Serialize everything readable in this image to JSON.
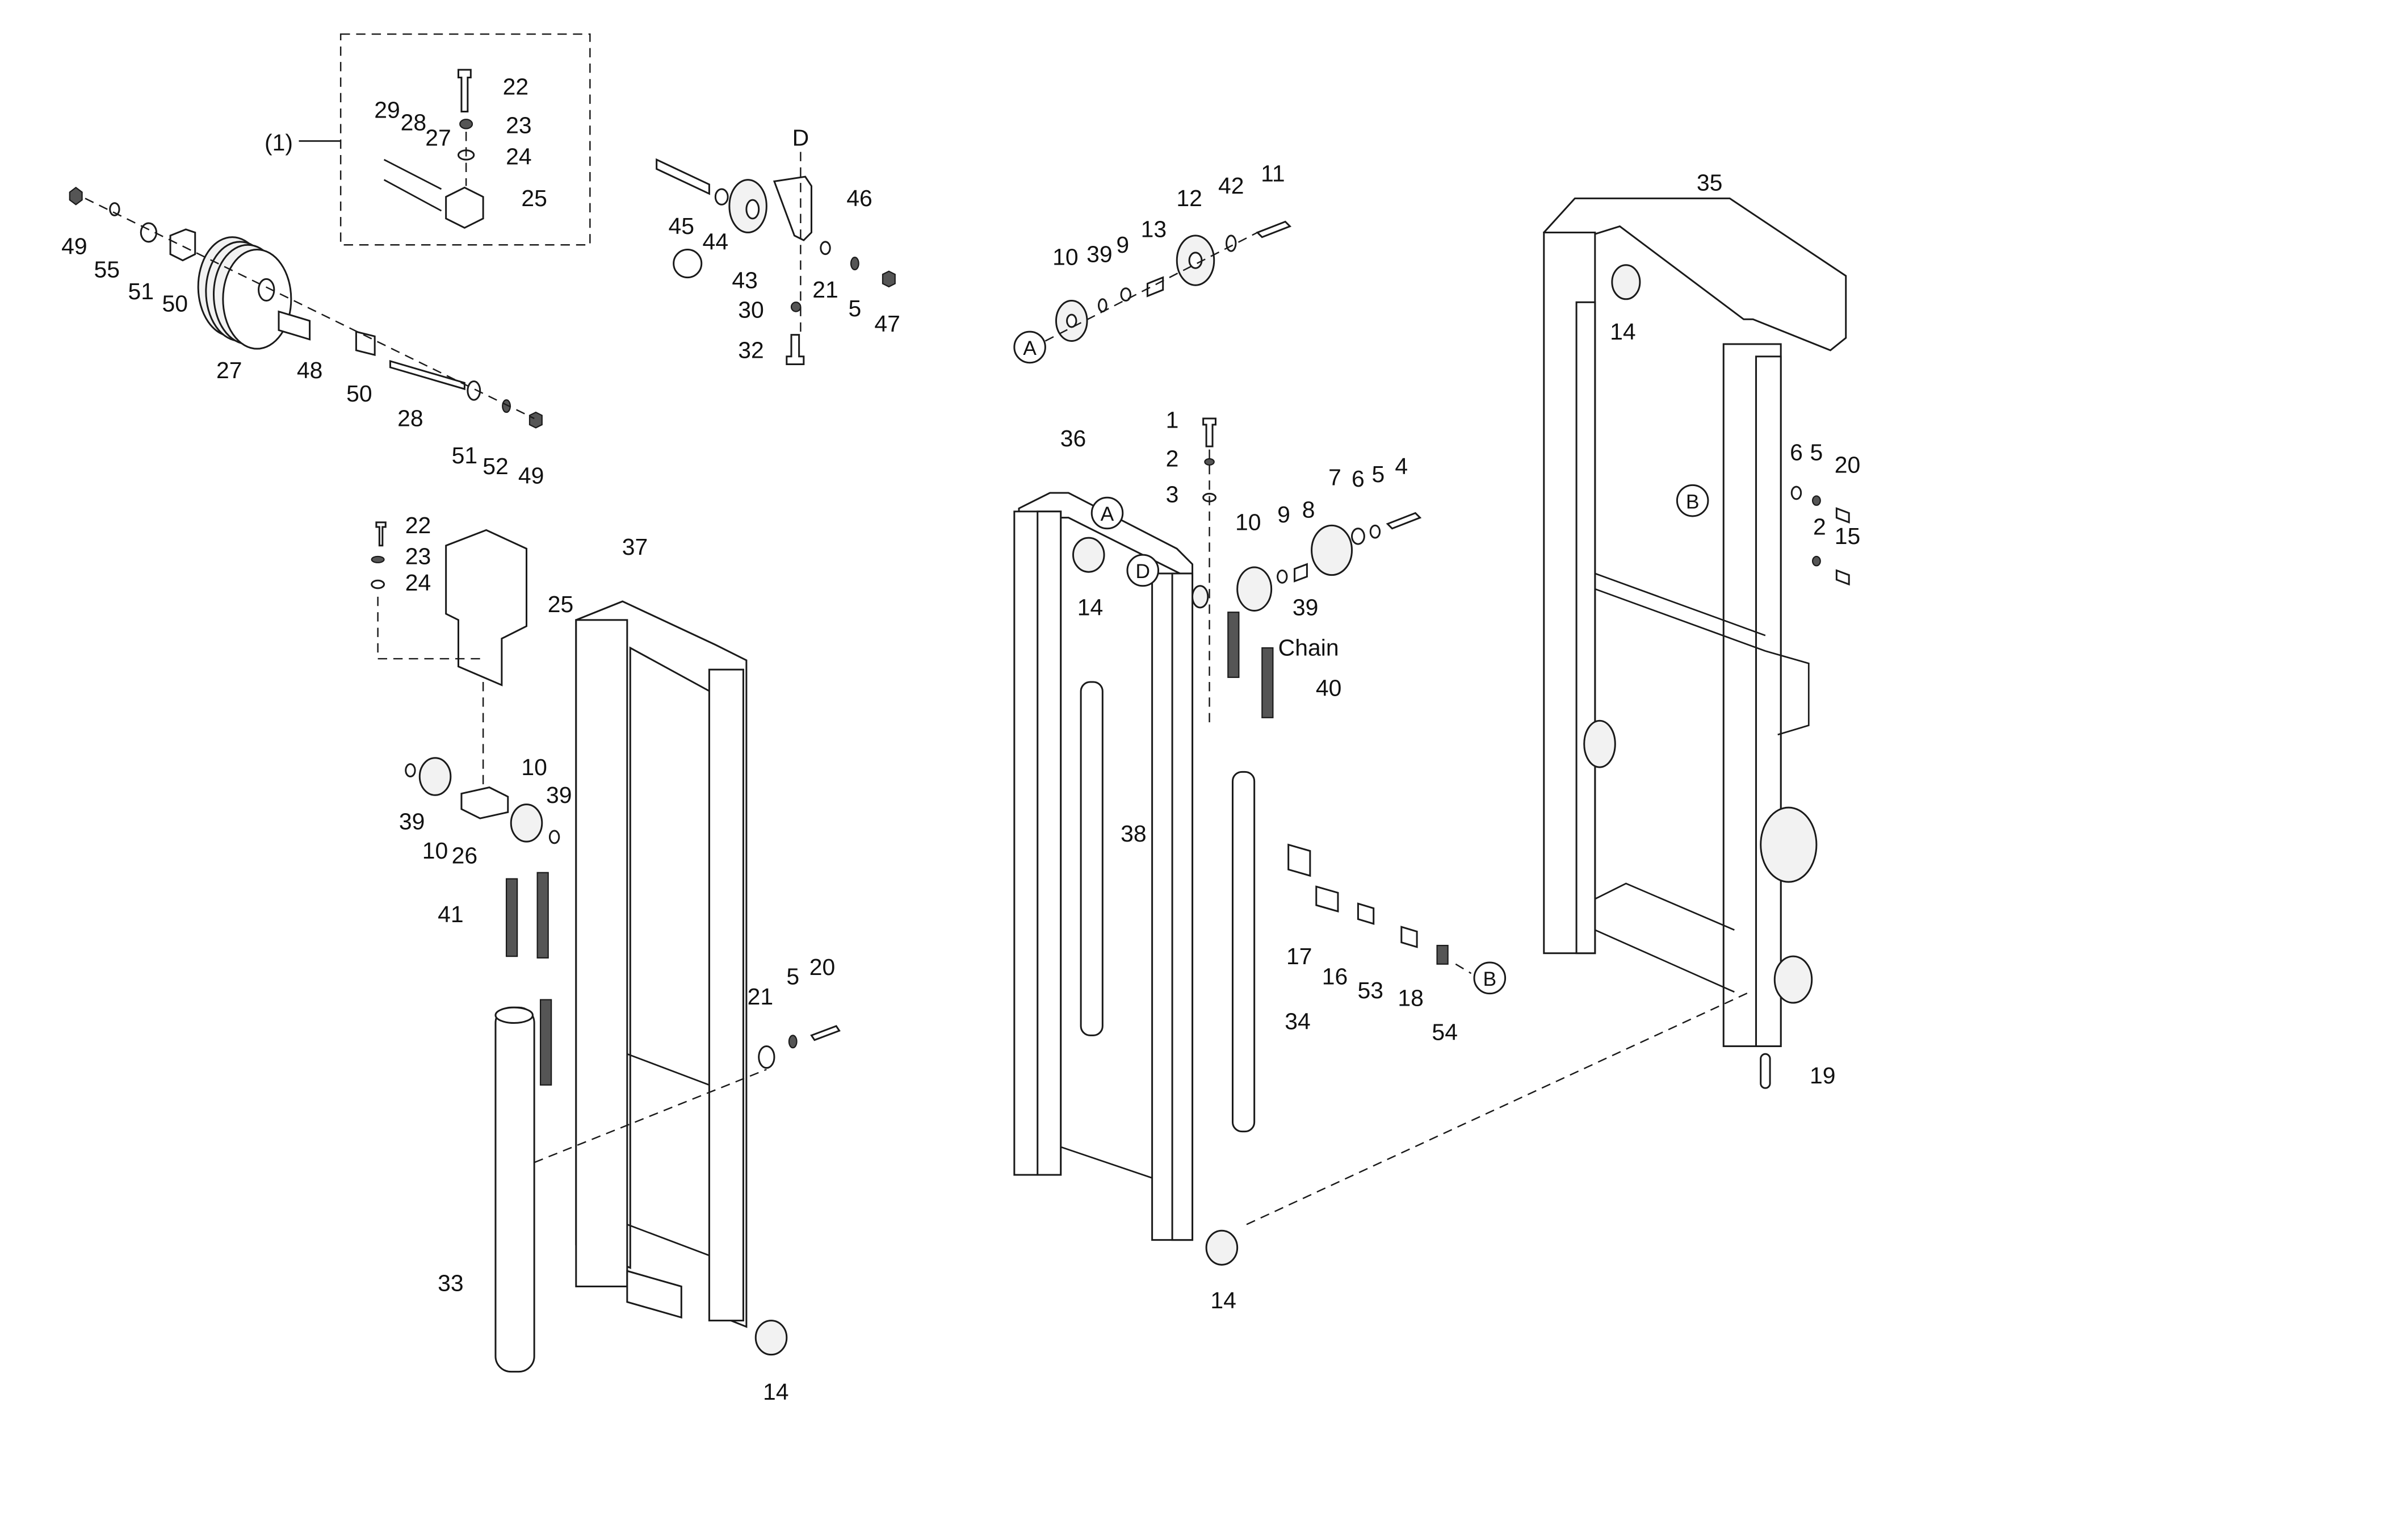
{
  "title": "Mast assembly exploded parts diagram",
  "callouts": [
    "(1)",
    "22",
    "23",
    "24",
    "25",
    "29",
    "28",
    "27",
    "49",
    "55",
    "51",
    "50",
    "27",
    "48",
    "50",
    "28",
    "51",
    "52",
    "49",
    "D",
    "46",
    "45",
    "44",
    "43",
    "21",
    "5",
    "47",
    "30",
    "32",
    "10",
    "39",
    "9",
    "13",
    "12",
    "42",
    "11",
    "36",
    "1",
    "2",
    "3",
    "10",
    "9",
    "8",
    "7",
    "6",
    "5",
    "4",
    "39",
    "Chain",
    "40",
    "14",
    "38",
    "34",
    "17",
    "16",
    "53",
    "18",
    "54",
    "14",
    "35",
    "14",
    "6",
    "5",
    "20",
    "2",
    "15",
    "19",
    "22",
    "23",
    "24",
    "25",
    "37",
    "10",
    "39",
    "39",
    "10",
    "26",
    "41",
    "21",
    "5",
    "20",
    "33",
    "14"
  ],
  "circle_markers": [
    "A",
    "A",
    "D",
    "B",
    "B"
  ]
}
